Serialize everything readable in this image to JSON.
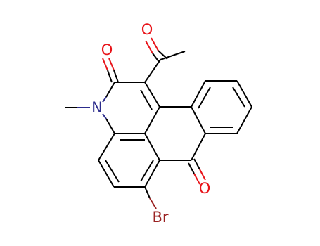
{
  "molecule": {
    "atoms": {
      "o_acetyl": "O",
      "o_lactam": "O",
      "n_ring": "N",
      "o_ketone": "O",
      "br": "Br"
    },
    "colors": {
      "carbon": "#000000",
      "oxygen": "#e8141a",
      "nitrogen": "#2c2c8c",
      "bromine": "#9a2222"
    }
  }
}
